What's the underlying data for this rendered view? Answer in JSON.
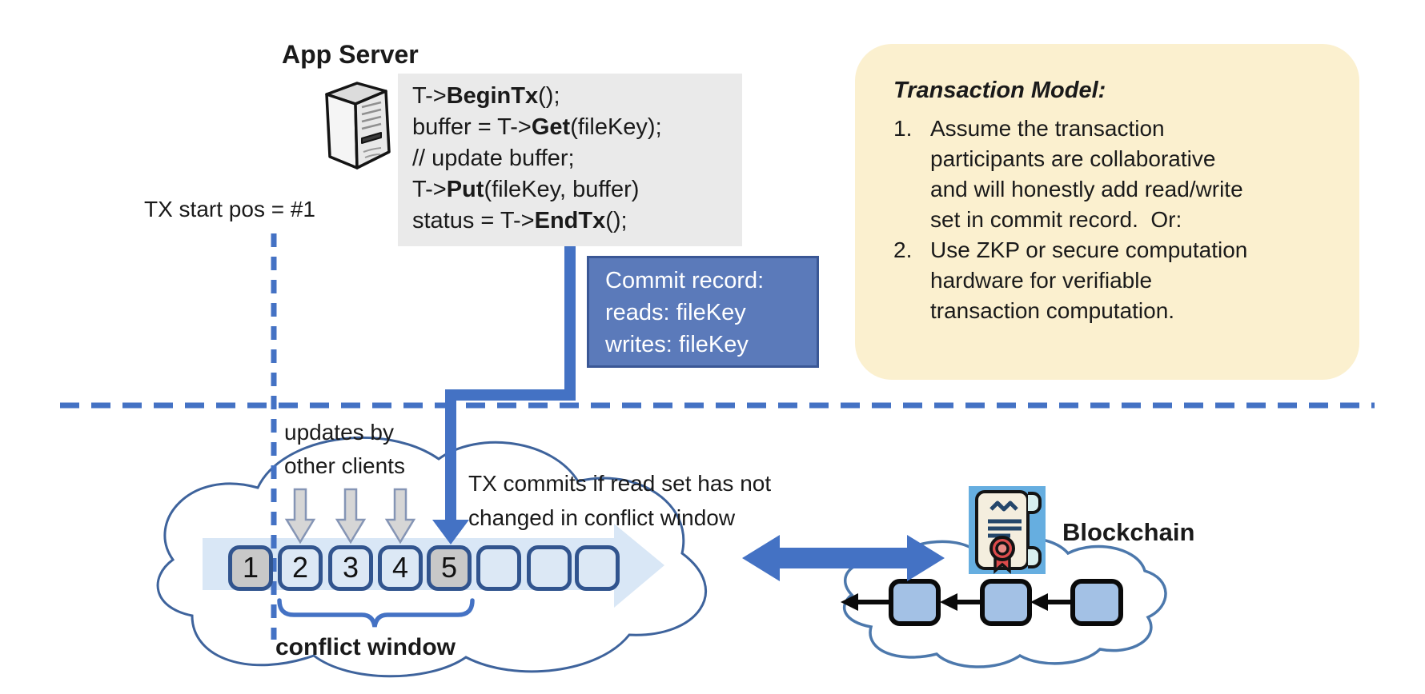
{
  "app_server": {
    "label": "App Server",
    "icon": "server-tower-icon"
  },
  "code_block": {
    "lines": [
      [
        [
          "T->",
          0
        ],
        [
          "BeginTx",
          1
        ],
        [
          "();",
          0
        ]
      ],
      [
        [
          "buffer = T->",
          0
        ],
        [
          "Get",
          1
        ],
        [
          "(fileKey);",
          0
        ]
      ],
      [
        [
          "// update buffer;",
          0
        ]
      ],
      [
        [
          "T->",
          0
        ],
        [
          "Put",
          1
        ],
        [
          "(fileKey, buffer)",
          0
        ]
      ],
      [
        [
          "status = T->",
          0
        ],
        [
          "EndTx",
          1
        ],
        [
          "();",
          0
        ]
      ]
    ]
  },
  "tx_start_label": "TX start pos = #1",
  "commit_record": {
    "lines": [
      "Commit record:",
      "reads: fileKey",
      "writes: fileKey"
    ]
  },
  "transaction_model": {
    "title": "Transaction Model:",
    "items": [
      {
        "number": "1.",
        "lines": [
          "Assume the transaction",
          "participants are collaborative",
          "and will honestly add read/write",
          "set in commit record.  Or:"
        ]
      },
      {
        "number": "2.",
        "lines": [
          "Use ZKP or secure computation",
          "hardware for verifiable",
          "transaction computation."
        ]
      }
    ]
  },
  "updates_label": {
    "lines": [
      "updates by",
      "other clients"
    ]
  },
  "tx_commits_label": {
    "lines": [
      "TX commits if read set has not",
      "changed in conflict window"
    ]
  },
  "conflict_window_label": "conflict window",
  "timeline": {
    "blocks": [
      {
        "label": "1",
        "gray": true
      },
      {
        "label": "2"
      },
      {
        "label": "3"
      },
      {
        "label": "4"
      },
      {
        "label": "5",
        "gray": true
      },
      {
        "label": ""
      },
      {
        "label": ""
      },
      {
        "label": ""
      }
    ]
  },
  "blockchain": {
    "label": "Blockchain",
    "chain_block_count": 3,
    "icon": "certificate-scroll-icon"
  },
  "colors": {
    "accent_blue": "#4472C4",
    "commit_fill": "#5B7ABA",
    "commit_border": "#3A5795",
    "commit_text": "#FFFFFF",
    "note_bg": "#FBF0CF",
    "code_bg": "#EAEAEA",
    "block_border": "#31548E",
    "block_blue": "#DCE8F5",
    "block_gray": "#C8C8C8",
    "band_blue": "#D9E7F6",
    "cloud_stroke": "#3E639C",
    "chain_cloud_stroke": "#4C78AC",
    "chain_block_fill": "#A3C1E5",
    "cert_bg": "#66AEE0",
    "seal_red": "#DC4B4B"
  }
}
